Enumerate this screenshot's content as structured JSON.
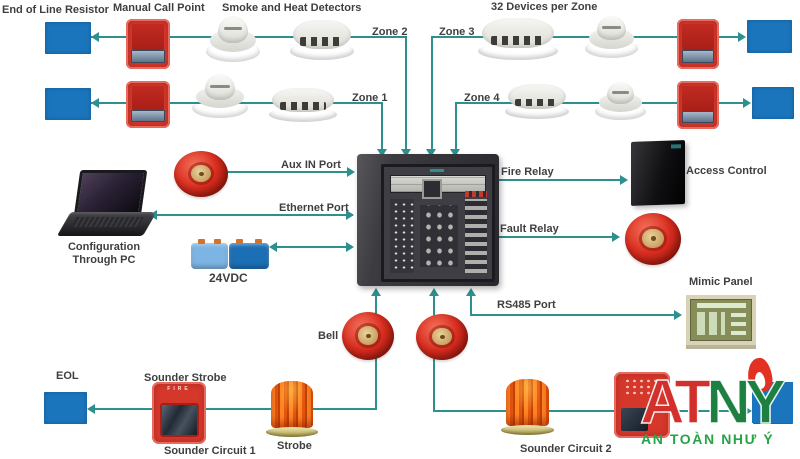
{
  "labels": {
    "end_of_line_resistor": "End of Line Resistor",
    "manual_call_point": "Manual Call Point",
    "smoke_heat_detectors": "Smoke and Heat Detectors",
    "devices_per_zone": "32 Devices per Zone",
    "zone1": "Zone 1",
    "zone2": "Zone 2",
    "zone3": "Zone 3",
    "zone4": "Zone 4",
    "aux_in_port": "Aux IN Port",
    "ethernet_port": "Ethernet Port",
    "vdc": "24VDC",
    "configuration_line1": "Configuration",
    "configuration_line2": "Through PC",
    "fire_relay": "Fire Relay",
    "access_control": "Access Control",
    "fault_relay": "Fault Relay",
    "mimic_panel": "Mimic Panel",
    "rs485_port": "RS485 Port",
    "bell": "Bell",
    "eol": "EOL",
    "sounder_strobe": "Sounder Strobe",
    "sounder_circuit_1": "Sounder Circuit 1",
    "strobe": "Strobe",
    "sounder_circuit_2": "Sounder Circuit 2",
    "sounder_fire_text": "FIRE"
  },
  "logo": {
    "letter_a": "A",
    "letter_t": "T",
    "letter_n": "N",
    "letter_y": "Y",
    "tagline": "AN TOÀN NHƯ Ý"
  },
  "colors": {
    "line": "#2e908e",
    "label_text": "#3f3f3f",
    "eol_box_blue": "#1b75bc",
    "device_red": "#d5372b",
    "strobe_orange": "#e4560e",
    "panel_gray": "#3c3c40",
    "logo_red": "#d2302c",
    "logo_green": "#1d8040",
    "tagline_green": "#27a348"
  }
}
